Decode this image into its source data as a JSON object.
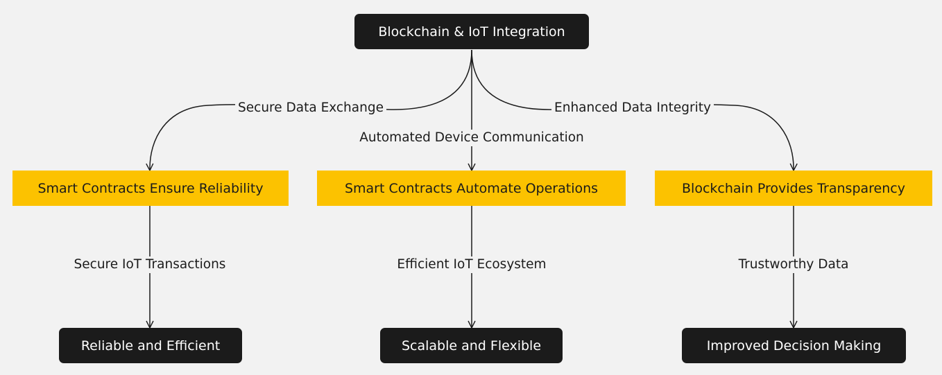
{
  "colors": {
    "background": "#f2f2f2",
    "dark_node": "#1b1b1b",
    "yellow_node": "#fcc200",
    "edge": "#1b1b1b"
  },
  "root": {
    "label": "Blockchain & IoT Integration"
  },
  "middle": [
    {
      "label": "Smart Contracts Ensure Reliability",
      "edge_label": "Secure Data Exchange"
    },
    {
      "label": "Smart Contracts Automate Operations",
      "edge_label": "Automated Device Communication"
    },
    {
      "label": "Blockchain Provides Transparency",
      "edge_label": "Enhanced Data Integrity"
    }
  ],
  "bottom": [
    {
      "label": "Reliable and Efficient",
      "edge_label": "Secure IoT Transactions"
    },
    {
      "label": "Scalable and Flexible",
      "edge_label": "Efficient IoT Ecosystem"
    },
    {
      "label": "Improved Decision Making",
      "edge_label": "Trustworthy Data"
    }
  ]
}
